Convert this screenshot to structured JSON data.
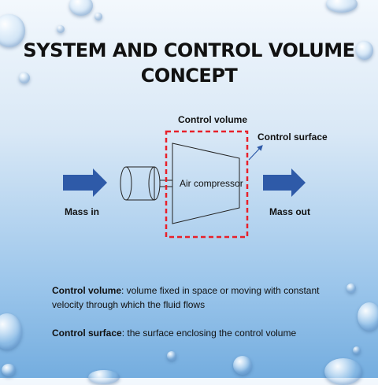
{
  "title": {
    "line1": "SYSTEM AND CONTROL VOLUME",
    "line2": "CONCEPT"
  },
  "diagram": {
    "control_volume_label": "Control volume",
    "control_surface_label": "Control surface",
    "compressor_label": "Air compressor",
    "mass_in_label": "Mass in",
    "mass_out_label": "Mass out"
  },
  "definitions": [
    {
      "term": "Control volume",
      "text": ": volume fixed in space or moving with constant velocity through which the fluid flows"
    },
    {
      "term": "Control surface",
      "text": ": the surface enclosing the control volume"
    }
  ],
  "colors": {
    "arrow_blue": "#2e5aa8",
    "boundary_red": "#e8202a"
  }
}
